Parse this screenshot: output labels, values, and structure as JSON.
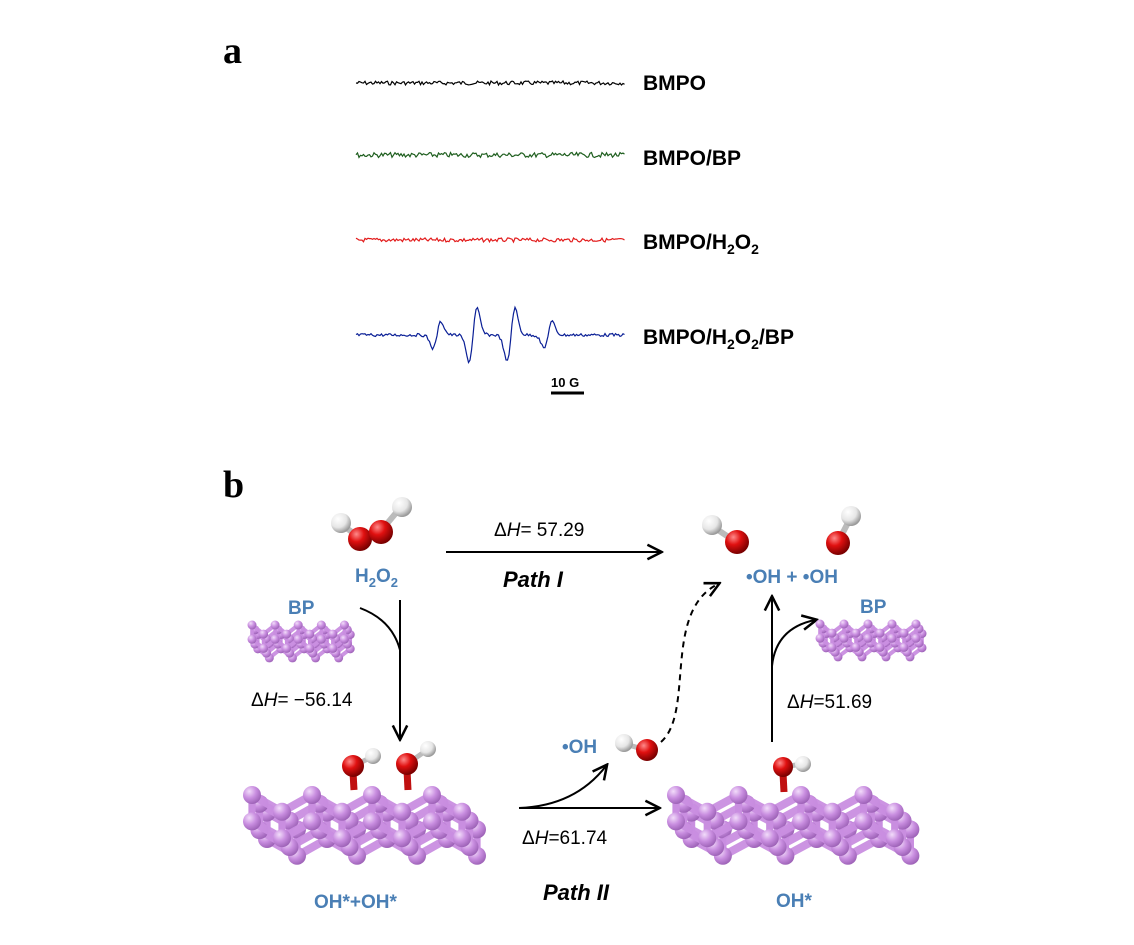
{
  "panel_a": {
    "letter": "a",
    "traces": [
      {
        "label_parts": [
          "BMPO"
        ],
        "color": "#000000",
        "kind": "noise"
      },
      {
        "label_parts": [
          "BMPO/BP"
        ],
        "color": "#1e5e1e",
        "kind": "noise"
      },
      {
        "label_parts": [
          "BMPO/H",
          "2",
          "O",
          "2"
        ],
        "color": "#e21b1b",
        "kind": "noise"
      },
      {
        "label_parts": [
          "BMPO/H",
          "2",
          "O",
          "2",
          "/BP"
        ],
        "color": "#0a1f96",
        "kind": "quartet"
      }
    ],
    "scale_bar": "10 G"
  },
  "panel_b": {
    "letter": "b",
    "h2o2_label": {
      "main": "H",
      "sub1": "2",
      "mid": "O",
      "sub2": "2"
    },
    "bp_label_left": "BP",
    "bp_label_right": "BP",
    "oh_products_label": "•OH + •OH",
    "oh_radical_label": "•OH",
    "oh_star_oh_star_label": "OH*+OH*",
    "oh_star_label": "OH*",
    "path1": {
      "label": "Path I",
      "dh_prefix": "Δ",
      "dh_var": "H",
      "dh_value": "= 57.29"
    },
    "path2": {
      "label": "Path II",
      "dh_prefix": "Δ",
      "dh_var": "H",
      "dh_value": "=61.74"
    },
    "step_adsorb": {
      "dh_prefix": "Δ",
      "dh_var": "H",
      "dh_value": "= −56.14"
    },
    "step_desorb": {
      "dh_prefix": "Δ",
      "dh_var": "H",
      "dh_value": "=51.69"
    },
    "colors": {
      "oxygen": "#e01010",
      "hydrogen": "#e8e8e8",
      "phosphorus": "#c98ee0",
      "label_blue": "#4a7fb5"
    }
  }
}
